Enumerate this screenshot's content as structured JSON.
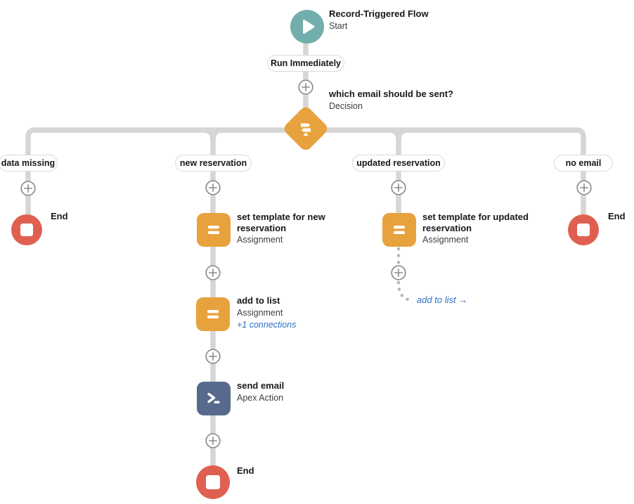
{
  "colors": {
    "teal": "#72AEAB",
    "orange": "#E8A23D",
    "slate": "#57698C",
    "red": "#DF6051",
    "connector": "#D8D6D4",
    "connector-dot": "#B8B6B4",
    "plus": "#8E8C89",
    "pill-border": "#DBD9D7",
    "title": "#181818",
    "subtitle": "#3E3E3C",
    "link": "#2F6EC2"
  },
  "start": {
    "title": "Record-Triggered Flow",
    "subtitle": "Start",
    "schedule_label": "Run Immediately"
  },
  "decision": {
    "title": "which email should be sent?",
    "subtitle": "Decision"
  },
  "branches": {
    "data_missing": {
      "label": "data missing",
      "end_label": "End"
    },
    "new_reservation": {
      "label": "new reservation"
    },
    "updated_reservation": {
      "label": "updated reservation"
    },
    "no_email": {
      "label": "no email",
      "end_label": "End"
    }
  },
  "nodes": {
    "set_template_new": {
      "title": "set template for new reservation",
      "subtitle": "Assignment"
    },
    "add_to_list": {
      "title": "add to list",
      "subtitle": "Assignment",
      "connections_link": "+1 connections"
    },
    "send_email": {
      "title": "send email",
      "subtitle": "Apex Action"
    },
    "set_template_updated": {
      "title": "set template for updated reservation",
      "subtitle": "Assignment"
    },
    "goto_add_to_list": {
      "label": "add to list →"
    },
    "end_new": {
      "label": "End"
    }
  }
}
